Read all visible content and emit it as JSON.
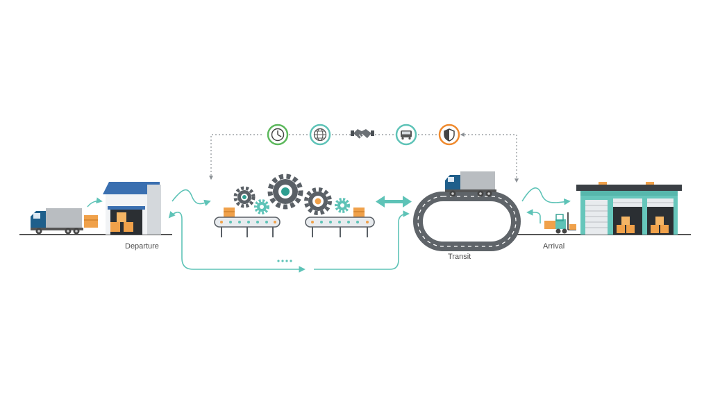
{
  "labels": {
    "departure": "Departure",
    "transit": "Transit",
    "arrival": "Arrival"
  },
  "status_icons": [
    "clock-icon",
    "globe-icon",
    "handshake-icon",
    "truck-front-icon",
    "shield-icon"
  ],
  "colors": {
    "teal": "#5ec3b7",
    "teal_dark": "#2e9e90",
    "navy": "#1f5f8b",
    "orange": "#f0a14a",
    "gray": "#7a7f85",
    "light_gray": "#c9cdd1",
    "green_ring": "#5cb85c",
    "orange_ring": "#ef8a2e",
    "warehouse_teal": "#66c6bb",
    "warehouse_roof": "#3a6fb0"
  }
}
